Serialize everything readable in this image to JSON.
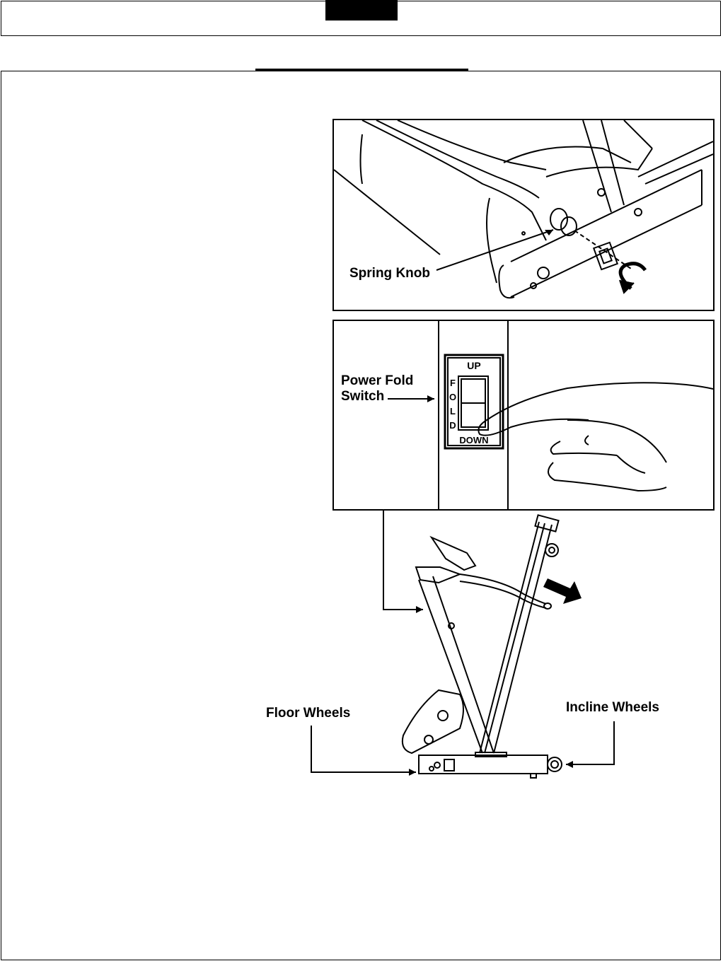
{
  "labels": {
    "spring_knob": "Spring Knob",
    "power_fold_line1": "Power Fold",
    "power_fold_line2": "Switch",
    "floor_wheels": "Floor Wheels",
    "incline_wheels": "Incline Wheels"
  },
  "switch_plate": {
    "up": "UP",
    "down": "DOWN",
    "fold_letters": [
      "F",
      "O",
      "L",
      "D"
    ]
  }
}
